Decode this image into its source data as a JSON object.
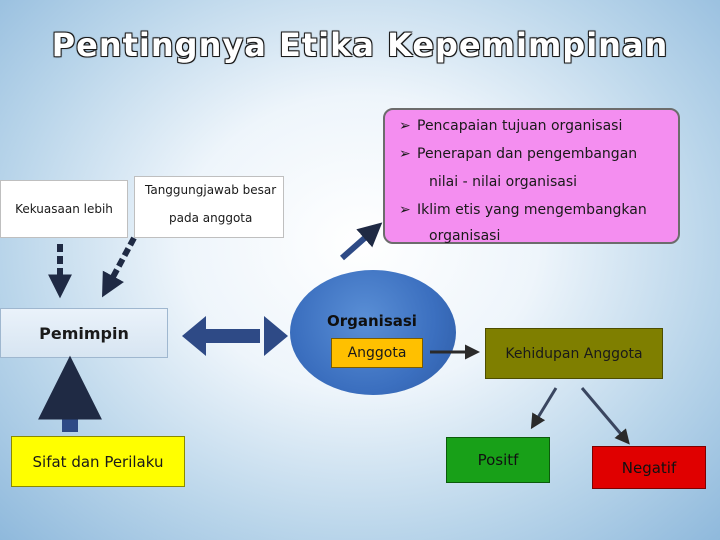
{
  "title": "Pentingnya Etika Kepemimpinan",
  "goals": {
    "bullet_icon": "arrow-bullet-icon",
    "line1": "Pencapaian tujuan organisasi",
    "line2a": "Penerapan dan pengembangan",
    "line2b": "nilai - nilai organisasi",
    "line3a": "Iklim etis yang mengembangkan",
    "line3b": "organisasi"
  },
  "kekuasaan": "Kekuasaan lebih",
  "tanggungjawab": {
    "line1": "Tanggungjawab besar",
    "line2": "pada anggota"
  },
  "pemimpin": "Pemimpin",
  "sifat": "Sifat dan Perilaku",
  "organisasi": "Organisasi",
  "anggota": "Anggota",
  "kehidupan": "Kehidupan Anggota",
  "positif": "Positf",
  "negatif": "Negatif",
  "colors": {
    "goals_bg": "#f48ef0",
    "arrow_dark": "#1f2a44",
    "arrow_blue": "#2e4a86",
    "circle": "#3b6fbf",
    "anggota_bg": "#ffc000",
    "kehidupan_bg": "#7f7f00",
    "positif_bg": "#18a018",
    "negatif_bg": "#e00000",
    "sifat_bg": "#ffff00"
  }
}
